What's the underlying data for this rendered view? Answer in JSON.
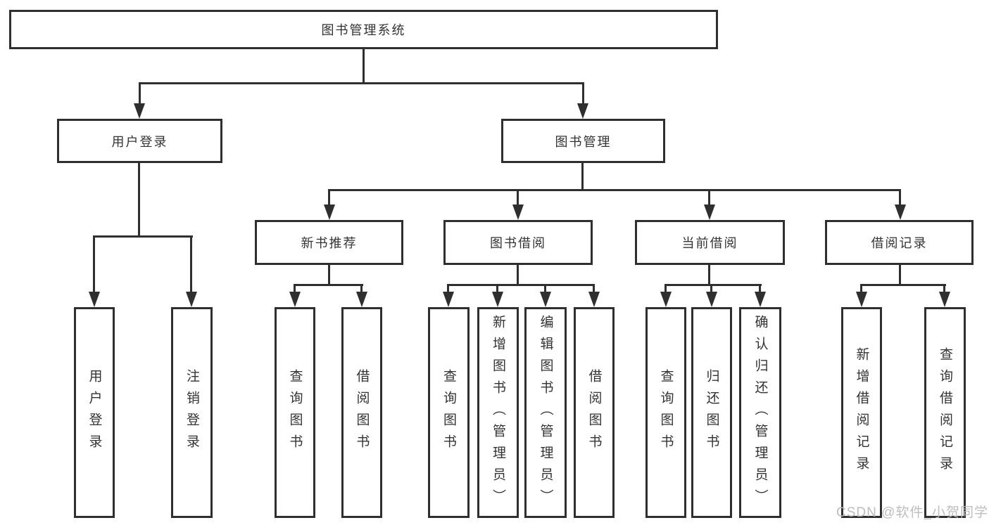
{
  "tree": {
    "root": {
      "label": "图书管理系统"
    },
    "level2": [
      {
        "label": "用户登录"
      },
      {
        "label": "图书管理"
      }
    ],
    "level3": [
      {
        "label": "新书推荐"
      },
      {
        "label": "图书借阅"
      },
      {
        "label": "当前借阅"
      },
      {
        "label": "借阅记录"
      }
    ],
    "leaves": {
      "user_login": [
        {
          "label": "用户登录"
        },
        {
          "label": "注销登录"
        }
      ],
      "new_books": [
        {
          "label": "查询图书"
        },
        {
          "label": "借阅图书"
        }
      ],
      "book_borrow": [
        {
          "label": "查询图书"
        },
        {
          "label": "新增图书（管理员）"
        },
        {
          "label": "编辑图书（管理员）"
        },
        {
          "label": "借阅图书"
        }
      ],
      "current_borrow": [
        {
          "label": "查询图书"
        },
        {
          "label": "归还图书"
        },
        {
          "label": "确认归还（管理员）"
        }
      ],
      "borrow_records": [
        {
          "label": "新增借阅记录"
        },
        {
          "label": "查询借阅记录"
        }
      ]
    }
  },
  "watermark": {
    "text": "CSDN @软件_小贺同学"
  },
  "colors": {
    "background": "#ffffff",
    "line": "#2f2f2f",
    "box_border": "#2f2f2f",
    "text": "#333333",
    "watermark": "#b9b9b9"
  }
}
